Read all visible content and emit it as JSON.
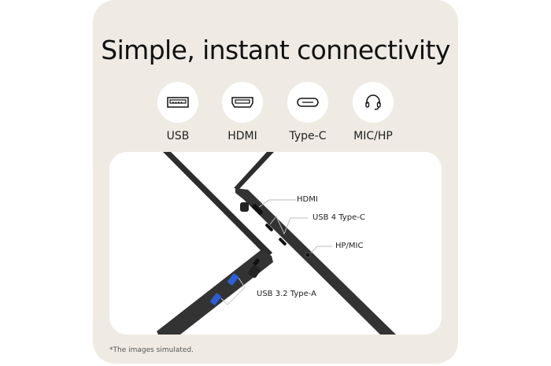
{
  "title": "Simple, instant connectivity",
  "ports": [
    {
      "icon": "usb-a-port-icon",
      "label": "USB"
    },
    {
      "icon": "hdmi-port-icon",
      "label": "HDMI"
    },
    {
      "icon": "usb-c-port-icon",
      "label": "Type-C"
    },
    {
      "icon": "headset-icon",
      "label": "MIC/HP"
    }
  ],
  "callouts": {
    "hdmi": "HDMI",
    "usb4": "USB 4 Type-C",
    "hpmic": "HP/MIC",
    "usba": "USB 3.2 Type-A"
  },
  "footnote": "*The images simulated.",
  "colors": {
    "card_bg": "#efebe4",
    "laptop_body": "#2f2f2f",
    "usb_blue": "#2b5fd9"
  }
}
